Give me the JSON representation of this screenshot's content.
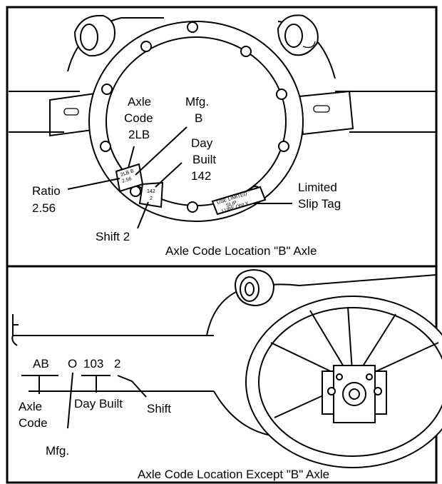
{
  "top_diagram": {
    "axle_code_label": [
      "Axle",
      "Code",
      "2LB"
    ],
    "mfg_label": [
      "Mfg.",
      "B"
    ],
    "day_built_label": [
      "Day",
      "Built",
      "142"
    ],
    "ratio_label": [
      "Ratio",
      "2.56"
    ],
    "limited_slip_label": [
      "Limited",
      "Slip Tag"
    ],
    "shift_label": "Shift 2",
    "tag_left_text": [
      "2LB B",
      "2.56"
    ],
    "tag_mid_text": [
      "142",
      "2"
    ],
    "tag_right_text": [
      "USE LIMITED",
      "SLIP",
      "LUBE ONLY"
    ],
    "caption": "Axle Code Location \"B\" Axle"
  },
  "bottom_diagram": {
    "code_ab": "AB",
    "code_o": "O",
    "code_103": "103",
    "code_2": "2",
    "axle_code_label": [
      "Axle",
      "Code"
    ],
    "day_built_label": "Day Built",
    "shift_label": "Shift",
    "mfg_label": "Mfg.",
    "caption": "Axle Code Location Except \"B\" Axle"
  }
}
